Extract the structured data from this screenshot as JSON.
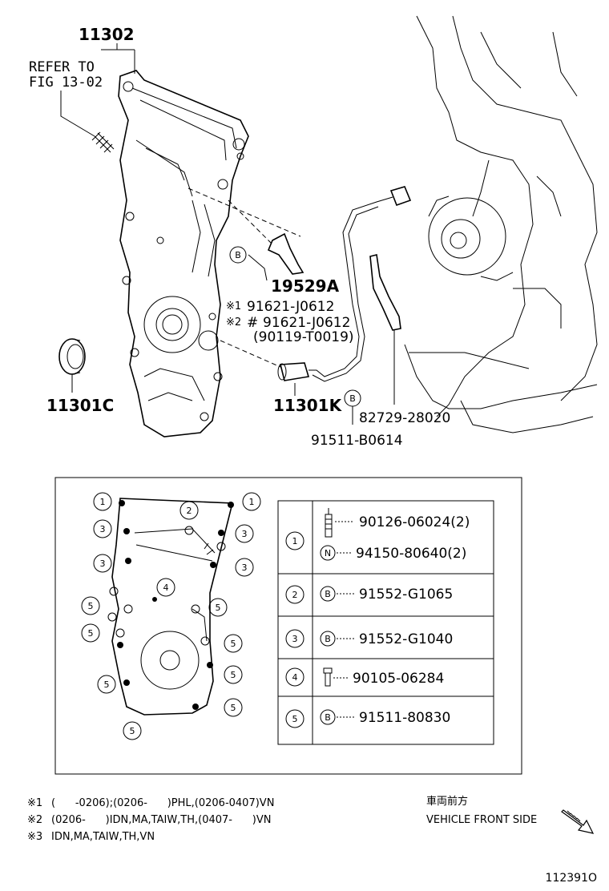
{
  "callouts": {
    "p11302": "11302",
    "refer_line1": "REFER TO",
    "refer_line2": "FIG 13-02",
    "p19529A": "19529A",
    "mark1": "※1",
    "p91621_1": "91621-J0612",
    "mark2": "※2",
    "p91621_2": "91621-J0612",
    "hash": "#",
    "p90119": "(90119-T0019)",
    "p11301C": "11301C",
    "p11301K": "11301K",
    "p82729": "82729-28020",
    "p91511_b": "91511-B0614",
    "b_marker": "B"
  },
  "bolt_diagram": {
    "markers": [
      "1",
      "2",
      "3",
      "4",
      "5"
    ]
  },
  "table": {
    "rows": [
      {
        "index": "1",
        "part": "90126-06024(2)",
        "sub_symbol": "N",
        "sub_part": "94150-80640(2)"
      },
      {
        "index": "2",
        "symbol": "B",
        "part": "91552-G1065"
      },
      {
        "index": "3",
        "symbol": "B",
        "part": "91552-G1040"
      },
      {
        "index": "4",
        "part": "90105-06284"
      },
      {
        "index": "5",
        "symbol": "B",
        "part": "91511-80830"
      }
    ]
  },
  "notes": [
    {
      "mark": "※1",
      "text": "(      -0206);(0206-      )PHL,(0206-0407)VN"
    },
    {
      "mark": "※2",
      "text": "(0206-      )IDN,MA,TAIW,TH,(0407-      )VN"
    },
    {
      "mark": "※3",
      "text": "IDN,MA,TAIW,TH,VN"
    }
  ],
  "direction": {
    "jp": "車両前方",
    "en": "VEHICLE FRONT SIDE"
  },
  "figure_id": "112391O"
}
